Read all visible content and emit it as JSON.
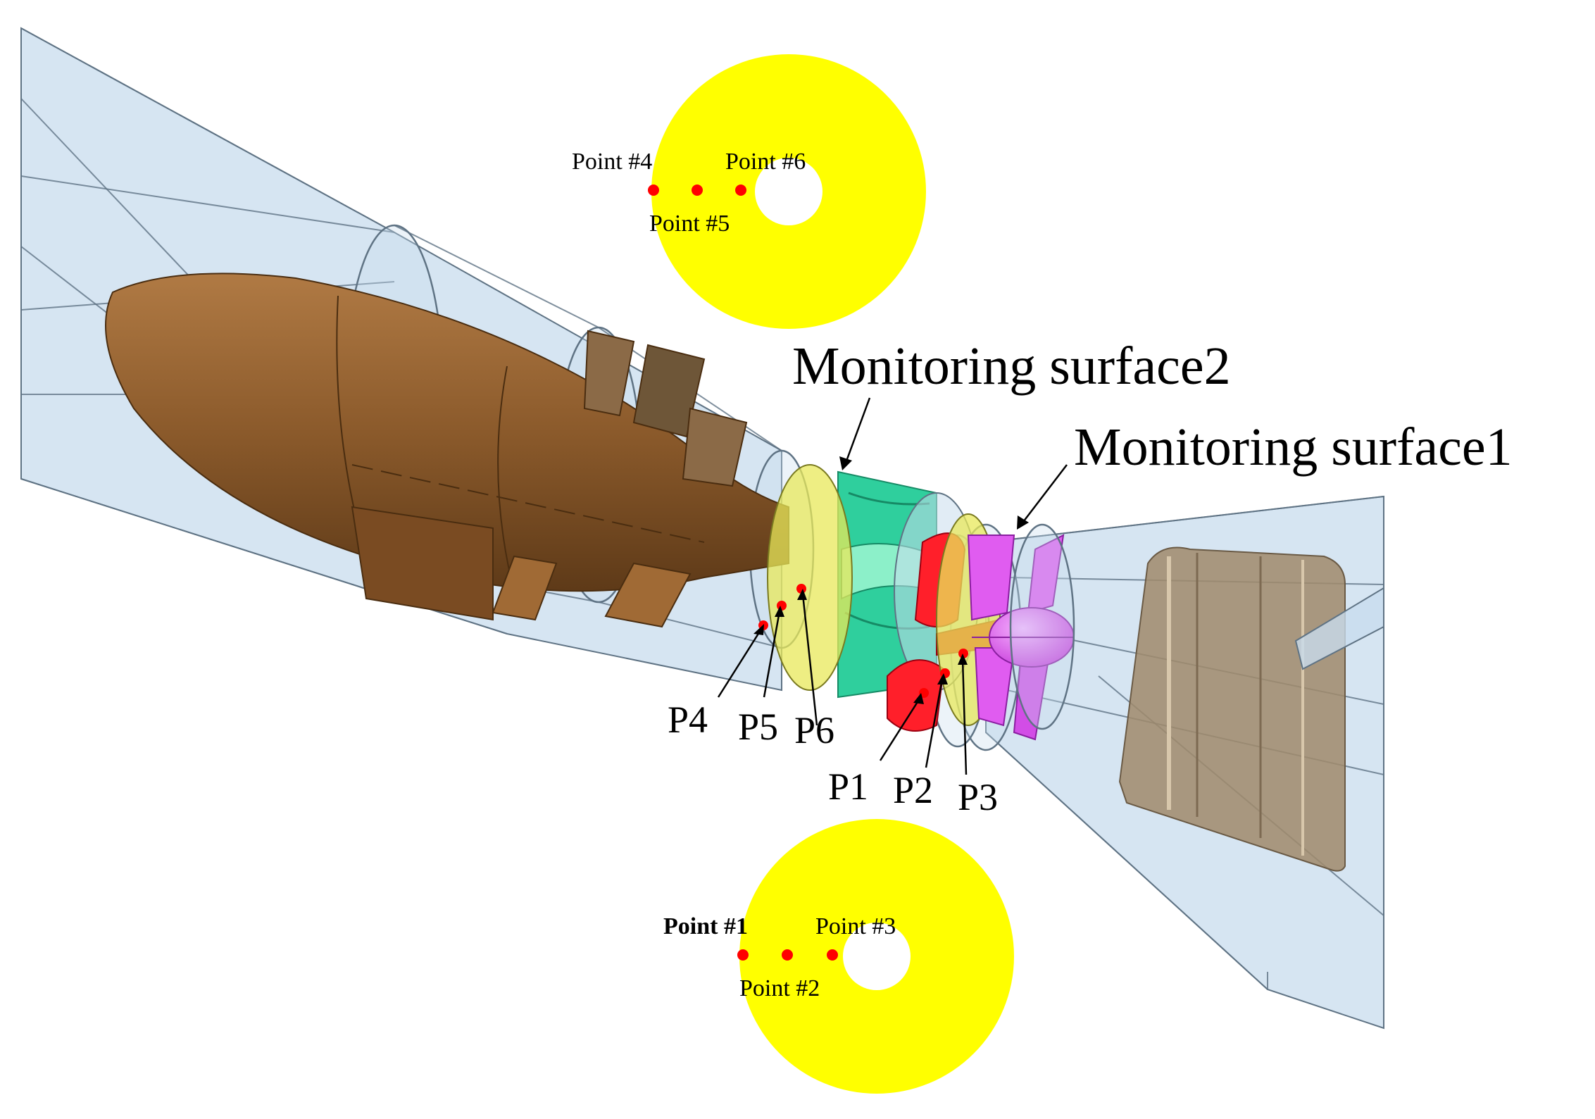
{
  "labels": {
    "surface2": "Monitoring surface2",
    "surface1": "Monitoring surface1",
    "p1": "P1",
    "p2": "P2",
    "p3": "P3",
    "p4": "P4",
    "p5": "P5",
    "p6": "P6",
    "point1": "Point #1",
    "point2": "Point #2",
    "point3": "Point #3",
    "point4": "Point #4",
    "point5": "Point #5",
    "point6": "Point #6"
  },
  "colors": {
    "annulus": "#ffff00",
    "point_marker": "#ff0000",
    "shell": "#c8dced",
    "hub_body": "#8b5a2b",
    "guide_vane": "#33d6a6",
    "impeller_red": "#ff1f2a",
    "impeller_magenta": "#e05cf0",
    "outlet_pier": "#a0896b"
  }
}
